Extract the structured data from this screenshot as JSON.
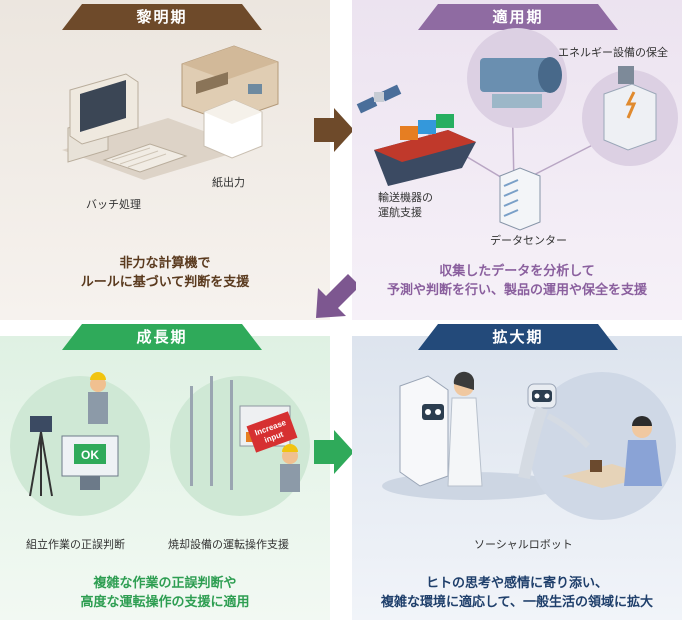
{
  "phases": {
    "reimei": {
      "title": "黎明期",
      "labels": {
        "batch": "バッチ処理",
        "paper": "紙出力"
      },
      "desc": [
        "非力な計算機で",
        "ルールに基づいて判断を支援"
      ]
    },
    "tekiyo": {
      "title": "適用期",
      "labels": {
        "energy": "エネルギー設備の保全",
        "transport": [
          "輸送機器の",
          "運航支援"
        ],
        "datacenter": "データセンター"
      },
      "desc": [
        "収集したデータを分析して",
        "予測や判断を行い、製品の運用や保全を支援"
      ]
    },
    "seicho": {
      "title": "成長期",
      "labels": {
        "assembly": "組立作業の正誤判断",
        "incinerator": "焼却設備の運転操作支援",
        "ok_sign": "OK",
        "increase_sign": [
          "Increase",
          "input"
        ]
      },
      "desc": [
        "複雑な作業の正誤判断や",
        "高度な運転操作の支援に適用"
      ]
    },
    "kakudai": {
      "title": "拡大期",
      "labels": {
        "robot": "ソーシャルロボット"
      },
      "desc": [
        "ヒトの思考や感情に寄り添い、",
        "複雑な環境に適応して、一般生活の領域に拡大"
      ]
    }
  },
  "colors": {
    "reimei": "#6e4a2a",
    "tekiyo": "#8f6ba2",
    "seicho": "#2faa5a",
    "kakudai": "#234a7a",
    "reimei_text": "#5a3a1e",
    "tekiyo_text": "#8a5f9e",
    "seicho_text": "#2e9e52",
    "kakudai_text": "#1f3f6b"
  }
}
